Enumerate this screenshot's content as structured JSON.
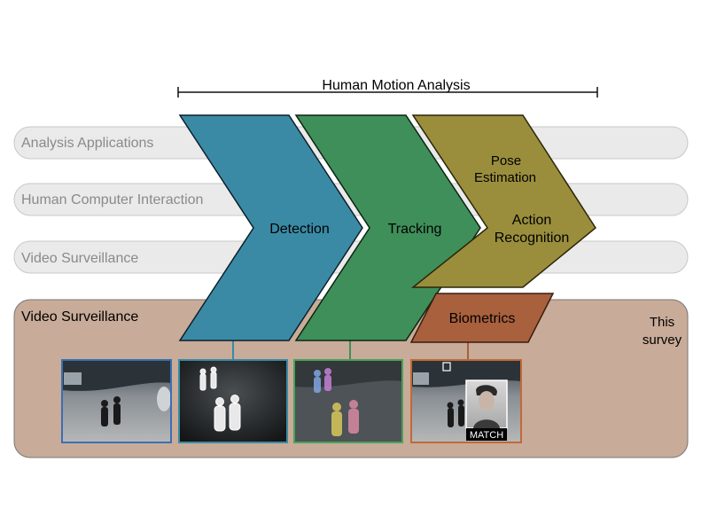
{
  "header": {
    "title": "Human Motion Analysis"
  },
  "bands": [
    {
      "label": "Analysis Applications"
    },
    {
      "label": "Human Computer Interaction"
    },
    {
      "label": "Video Surveillance"
    }
  ],
  "surveillance": {
    "label": "Video Surveillance",
    "note_line1": "This",
    "note_line2": "survey"
  },
  "stages": {
    "detection": "Detection",
    "tracking": "Tracking",
    "pose_line1": "Pose",
    "pose_line2": "Estimation",
    "action_line1": "Action",
    "action_line2": "Recognition",
    "biometrics": "Biometrics"
  },
  "thumbnails": {
    "match_label": "MATCH"
  },
  "colors": {
    "detection": "#3a8aa5",
    "tracking": "#3f8f5a",
    "pose_action": "#9a8e3c",
    "biometrics": "#a8603d",
    "band_fill": "#eaeaea",
    "band_stroke": "#c8c8c8",
    "band_text": "#8a8a8a",
    "surveillance_fill": "#c8ab98",
    "thumb_border_1": "#3a6fb5",
    "thumb_border_2": "#3a8aa5",
    "thumb_border_3": "#4aa25a",
    "thumb_border_4": "#c06a38"
  }
}
